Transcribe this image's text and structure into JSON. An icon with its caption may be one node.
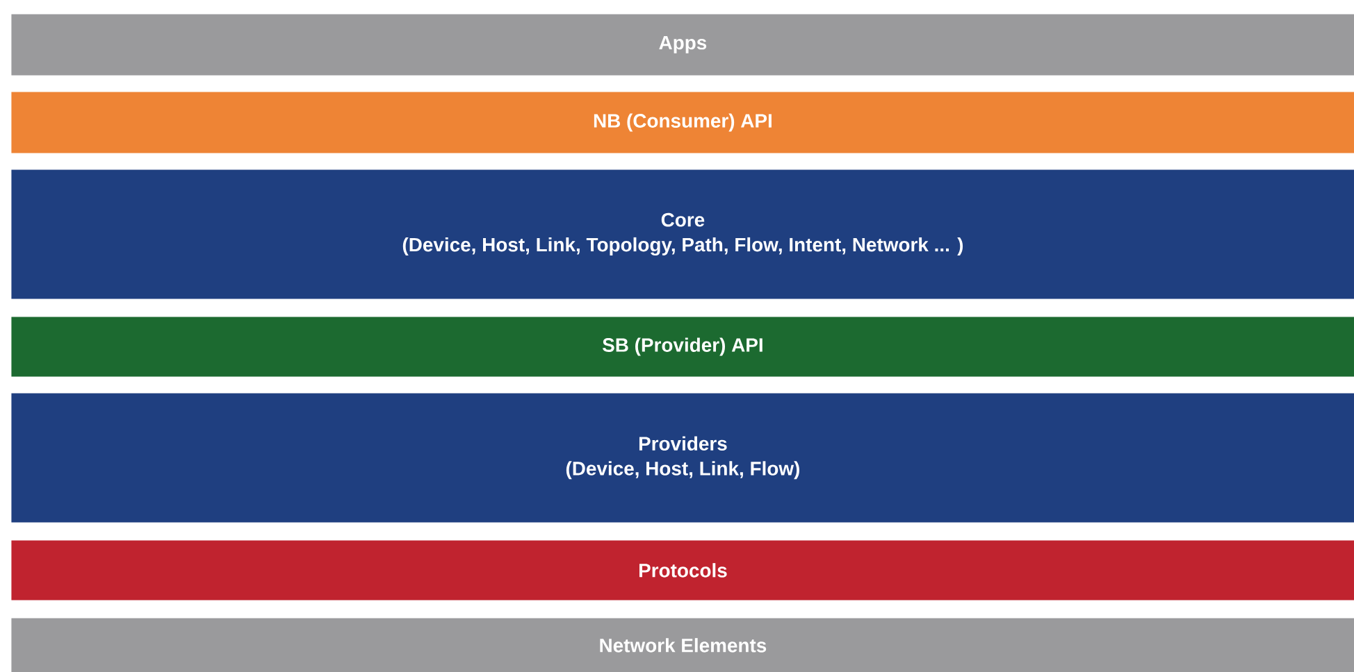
{
  "diagram": {
    "nodes": [
      {
        "text": [
          "Apps"
        ]
      },
      {
        "text": [
          "NB (Consumer) API"
        ]
      },
      {
        "text": [
          "Core",
          "(Device, Host, Link, Topology, Path, Flow, Intent, Network ... )"
        ]
      },
      {
        "text": [
          "SB (Provider) API"
        ]
      },
      {
        "text": [
          "Providers",
          "(Device, Host, Link, Flow)"
        ]
      },
      {
        "text": [
          "Protocols"
        ]
      },
      {
        "text": [
          "Network Elements"
        ]
      }
    ]
  }
}
